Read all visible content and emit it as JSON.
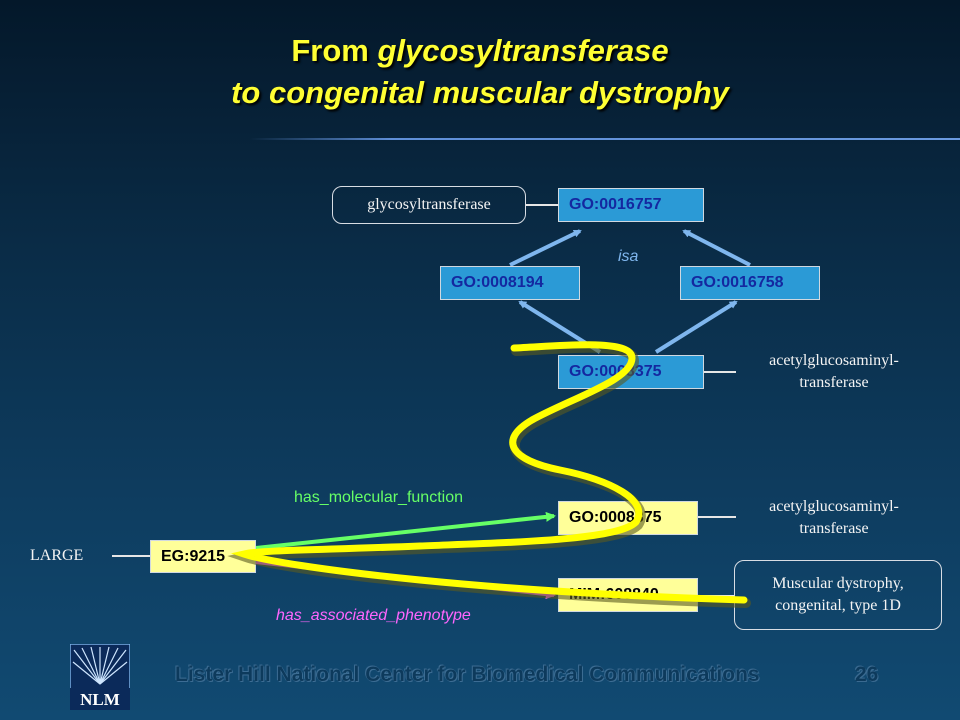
{
  "title": {
    "line1_prefix": "From ",
    "line1_italic": "glycosyltransferase",
    "line2": "to congenital muscular dystrophy"
  },
  "nodes": {
    "go_0016757": "GO:0016757",
    "go_0008194": "GO:0008194",
    "go_0016758": "GO:0016758",
    "go_0008375_top": "GO:0008375",
    "go_0008375_bottom": "GO:0008375",
    "eg_9215": "EG:9215",
    "mim_608840": "MIM:608840"
  },
  "labels": {
    "glycosyltransferase": "glycosyltransferase",
    "acetyl_top_line1": "acetylglucosaminyl-",
    "acetyl_top_line2": "transferase",
    "acetyl_bottom_line1": "acetylglucosaminyl-",
    "acetyl_bottom_line2": "transferase",
    "large": "LARGE",
    "phenotype_line1": "Muscular dystrophy,",
    "phenotype_line2": "congenital, type 1D"
  },
  "relations": {
    "isa": "isa",
    "has_molecular_function": "has_molecular_function",
    "has_associated_phenotype": "has_associated_phenotype"
  },
  "colors": {
    "title": "#ffff33",
    "go_box": "#2b9ad6",
    "yellow_box": "#ffff99",
    "isa_arrow": "#7fb6ee",
    "molecular_function": "#66ff66",
    "associated_phenotype": "#ff66ff",
    "path_highlight": "#ffff00"
  },
  "logo": {
    "text": "NLM"
  },
  "footer": {
    "text": "Lister Hill National Center for Biomedical Communications",
    "page_number": "26"
  }
}
